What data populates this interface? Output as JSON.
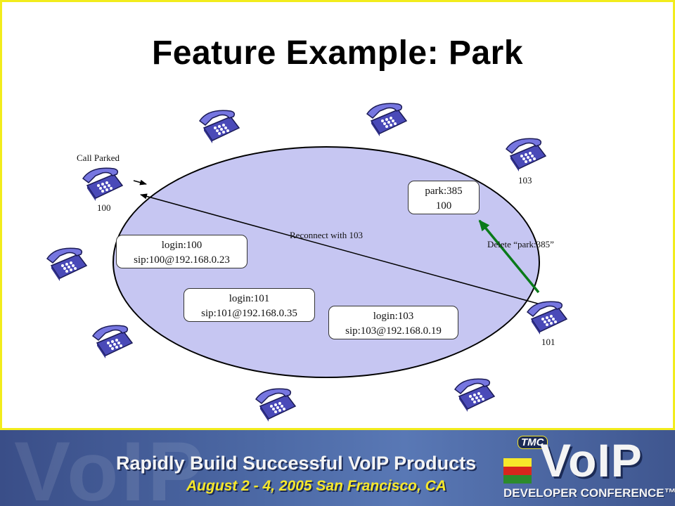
{
  "title": "Feature Example: Park",
  "labels": {
    "call_parked": "Call Parked",
    "reconnect": "Reconnect with 103",
    "delete": "Delete “park:385”"
  },
  "extensions": {
    "ext_100": "100",
    "ext_103": "103",
    "ext_101": "101"
  },
  "boxes": {
    "park": {
      "line1": "park:385",
      "line2": "100"
    },
    "login100": {
      "line1": "login:100",
      "line2": "sip:100@192.168.0.23"
    },
    "login101": {
      "line1": "login:101",
      "line2": "sip:101@192.168.0.35"
    },
    "login103": {
      "line1": "login:103",
      "line2": "sip:103@192.168.0.19"
    }
  },
  "banner": {
    "tagline": "Rapidly Build Successful VoIP Products",
    "dates": "August 2 - 4, 2005 San Francisco, CA",
    "logo_tmc": "TMC",
    "logo_main": "VoIP",
    "logo_sub": "DEVELOPER CONFERENCE™"
  },
  "colors": {
    "frame": "#f2ec1c",
    "ellipse_fill": "#c6c6f2",
    "arrow_green": "#0a7a1a",
    "phone": "#6b6bd6"
  },
  "icons": [
    "phone-icon"
  ]
}
